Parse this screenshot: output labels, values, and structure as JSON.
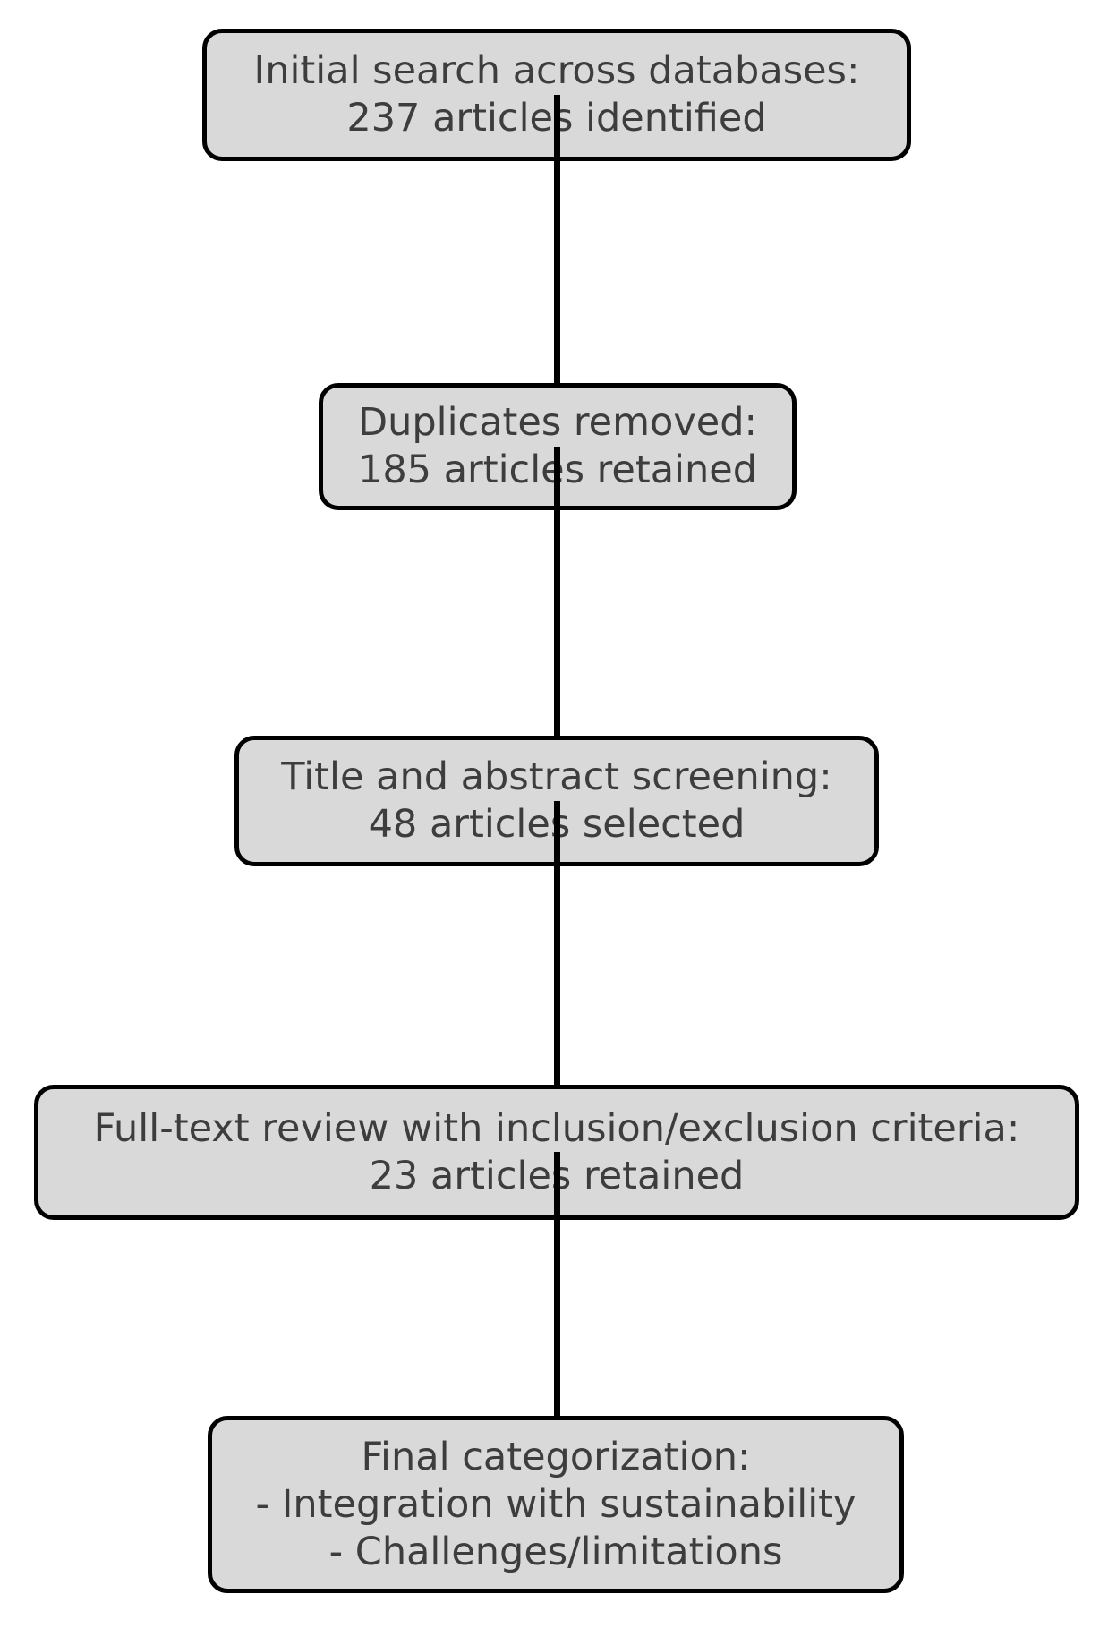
{
  "diagram": {
    "type": "flowchart",
    "orientation": "vertical",
    "colors": {
      "background": "#ffffff",
      "box_fill": "#d9d9d9",
      "box_border": "#000000",
      "connector": "#000000",
      "text": "#3d3d3d"
    },
    "nodes": [
      {
        "id": "initial-search",
        "lines": [
          "Initial search across databases:",
          "237 articles identified"
        ]
      },
      {
        "id": "duplicates-removed",
        "lines": [
          "Duplicates removed:",
          "185 articles retained"
        ]
      },
      {
        "id": "title-abstract-screening",
        "lines": [
          "Title and abstract screening:",
          "48 articles selected"
        ]
      },
      {
        "id": "full-text-review",
        "lines": [
          "Full-text review with inclusion/exclusion criteria:",
          "23 articles retained"
        ]
      },
      {
        "id": "final-categorization",
        "lines": [
          "Final categorization:",
          "- Integration with sustainability",
          "- Challenges/limitations"
        ]
      }
    ],
    "edges": [
      {
        "from": "initial-search",
        "to": "duplicates-removed"
      },
      {
        "from": "duplicates-removed",
        "to": "title-abstract-screening"
      },
      {
        "from": "title-abstract-screening",
        "to": "full-text-review"
      },
      {
        "from": "full-text-review",
        "to": "final-categorization"
      }
    ]
  }
}
